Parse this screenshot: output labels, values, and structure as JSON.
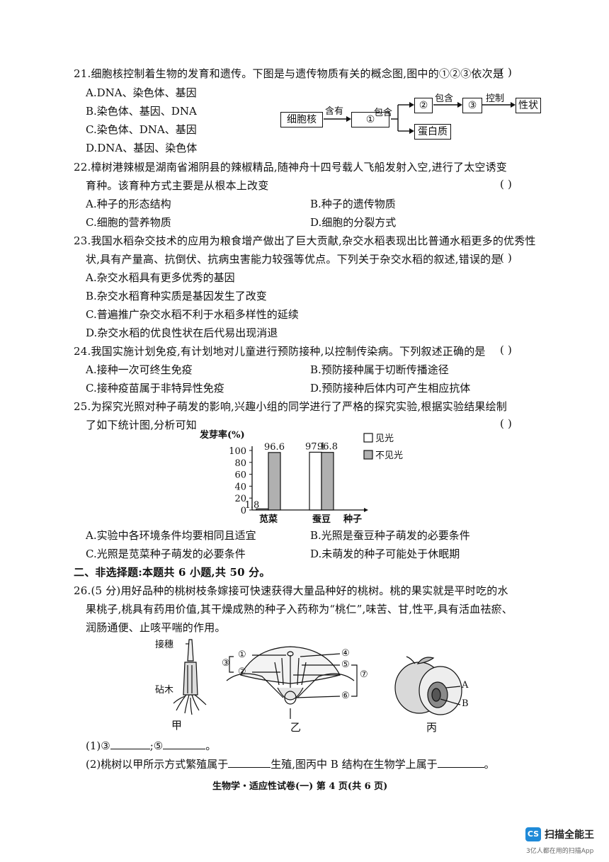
{
  "q21": {
    "stem": "21.细胞核控制着生物的发育和遗传。下图是与遗传物质有关的概念图,图中的①②③依次是",
    "paren": "(      )",
    "options": [
      "A.DNA、染色体、基因",
      "B.染色体、基因、DNA",
      "C.染色体、DNA、基因",
      "D.DNA、基因、染色体"
    ],
    "diagram": {
      "nucleus": "细胞核",
      "contains1": "含有",
      "circle1": "①",
      "contains2": "包含",
      "circle2": "②",
      "contains3": "包含",
      "circle3": "③",
      "control": "控制",
      "trait": "性状",
      "protein": "蛋白质"
    }
  },
  "q22": {
    "line1": "22.樟树港辣椒是湖南省湘阴县的辣椒精品,随神舟十四号载人飞船发射入空,进行了太空诱变",
    "line2": "育种。该育种方式主要是从根本上改变",
    "paren": "(      )",
    "options": [
      "A.种子的形态结构",
      "B.种子的遗传物质",
      "C.细胞的营养物质",
      "D.细胞的分裂方式"
    ]
  },
  "q23": {
    "line1": "23.我国水稻杂交技术的应用为粮食增产做出了巨大贡献,杂交水稻表现出比普通水稻更多的优秀性",
    "line2": "状,具有产量高、抗倒伏、抗病虫害能力较强等优点。下列关于杂交水稻的叙述,错误的是",
    "paren": "(      )",
    "options": [
      "A.杂交水稻具有更多优秀的基因",
      "B.杂交水稻育种实质是基因发生了改变",
      "C.普遍推广杂交水稻不利于水稻多样性的延续",
      "D.杂交水稻的优良性状在后代易出现消退"
    ]
  },
  "q24": {
    "stem": "24.我国实施计划免疫,有计划地对儿童进行预防接种,以控制传染病。下列叙述正确的是",
    "paren": "(      )",
    "options": [
      "A.接种一次可终生免疫",
      "B.预防接种属于切断传播途径",
      "C.接种疫苗属于非特异性免疫",
      "D.预防接种后体内可产生相应抗体"
    ]
  },
  "q25": {
    "line1": "25.为探究光照对种子萌发的影响,兴趣小组的同学进行了严格的探究实验,根据实验结果绘制",
    "line2": "了如下统计图,分析可知",
    "paren": "(      )",
    "options": [
      "A.实验中各环境条件均要相同且适宜",
      "B.光照是蚕豆种子萌发的必要条件",
      "C.光照是苋菜种子萌发的必要条件",
      "D.未萌发的种子可能处于休眠期"
    ]
  },
  "chart_data": {
    "type": "bar",
    "ylabel": "发芽率(%)",
    "xlabel": "种子",
    "categories": [
      "苋菜",
      "蚕豆"
    ],
    "yticks": [
      "0",
      "20",
      "40",
      "60",
      "80",
      "100"
    ],
    "ylim": [
      0,
      100
    ],
    "series": [
      {
        "name": "见光",
        "values": [
          1.8,
          97.1
        ],
        "color": "#ffffff"
      },
      {
        "name": "不见光",
        "values": [
          96.6,
          96.8
        ],
        "color": "#b0b0b0"
      }
    ],
    "data_labels": [
      [
        "1.8",
        "96.6"
      ],
      [
        "97.1",
        "96.8"
      ]
    ],
    "legend": "top-right",
    "grid": false
  },
  "section2": "二、非选择题:本题共 6 小题,共 50 分。",
  "q26": {
    "line1": "26.(5 分)用好品种的桃树枝条嫁接可快速获得大量品种好的桃树。桃的果实就是平时吃的水",
    "line2": "果桃子,桃具有药用价值,其干燥成熟的种子入药称为“桃仁”,味苦、甘,性平,具有活血祛瘀、",
    "line3": "润肠通便、止咳平喘的作用。",
    "fig_jia": {
      "scion": "接穗",
      "stock": "砧木",
      "caption": "甲"
    },
    "fig_yi": {
      "c1": "①",
      "c2": "②",
      "c3": "③",
      "c4": "④",
      "c5": "⑤",
      "c6": "⑥",
      "c7": "⑦",
      "caption": "乙"
    },
    "fig_bing": {
      "a": "A",
      "b": "B",
      "caption": "丙"
    },
    "sub1": {
      "p1": "(1)③",
      "sep": ";⑤",
      "end": "。"
    },
    "sub2": {
      "p1": "(2)桃树以甲所示方式繁殖属于",
      "p2": "生殖,图丙中 B 结构在生物学上属于",
      "end": "。"
    }
  },
  "footer": "生物学・适应性试卷(一)  第 4 页(共 6 页)",
  "watermark": {
    "logo": "CS",
    "name": "扫描全能王",
    "sub": "3亿人都在用的扫描App"
  }
}
